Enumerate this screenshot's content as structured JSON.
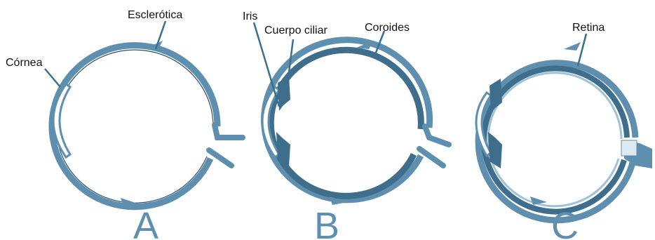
{
  "colors": {
    "tissue": "#5f8fae",
    "tissue_dark": "#3f6e8c",
    "tissue_light": "#9fc2d8",
    "outline": "#2e4f66",
    "leader": "#3b6f90",
    "text": "#111111"
  },
  "diagrams": [
    {
      "letter": "A",
      "labels": {
        "cornea": "Córnea",
        "sclera": "Esclerótica"
      }
    },
    {
      "letter": "B",
      "labels": {
        "iris": "Iris",
        "ciliary": "Cuerpo ciliar",
        "choroid": "Coroides"
      }
    },
    {
      "letter": "C",
      "labels": {
        "retina": "Retina"
      }
    }
  ]
}
